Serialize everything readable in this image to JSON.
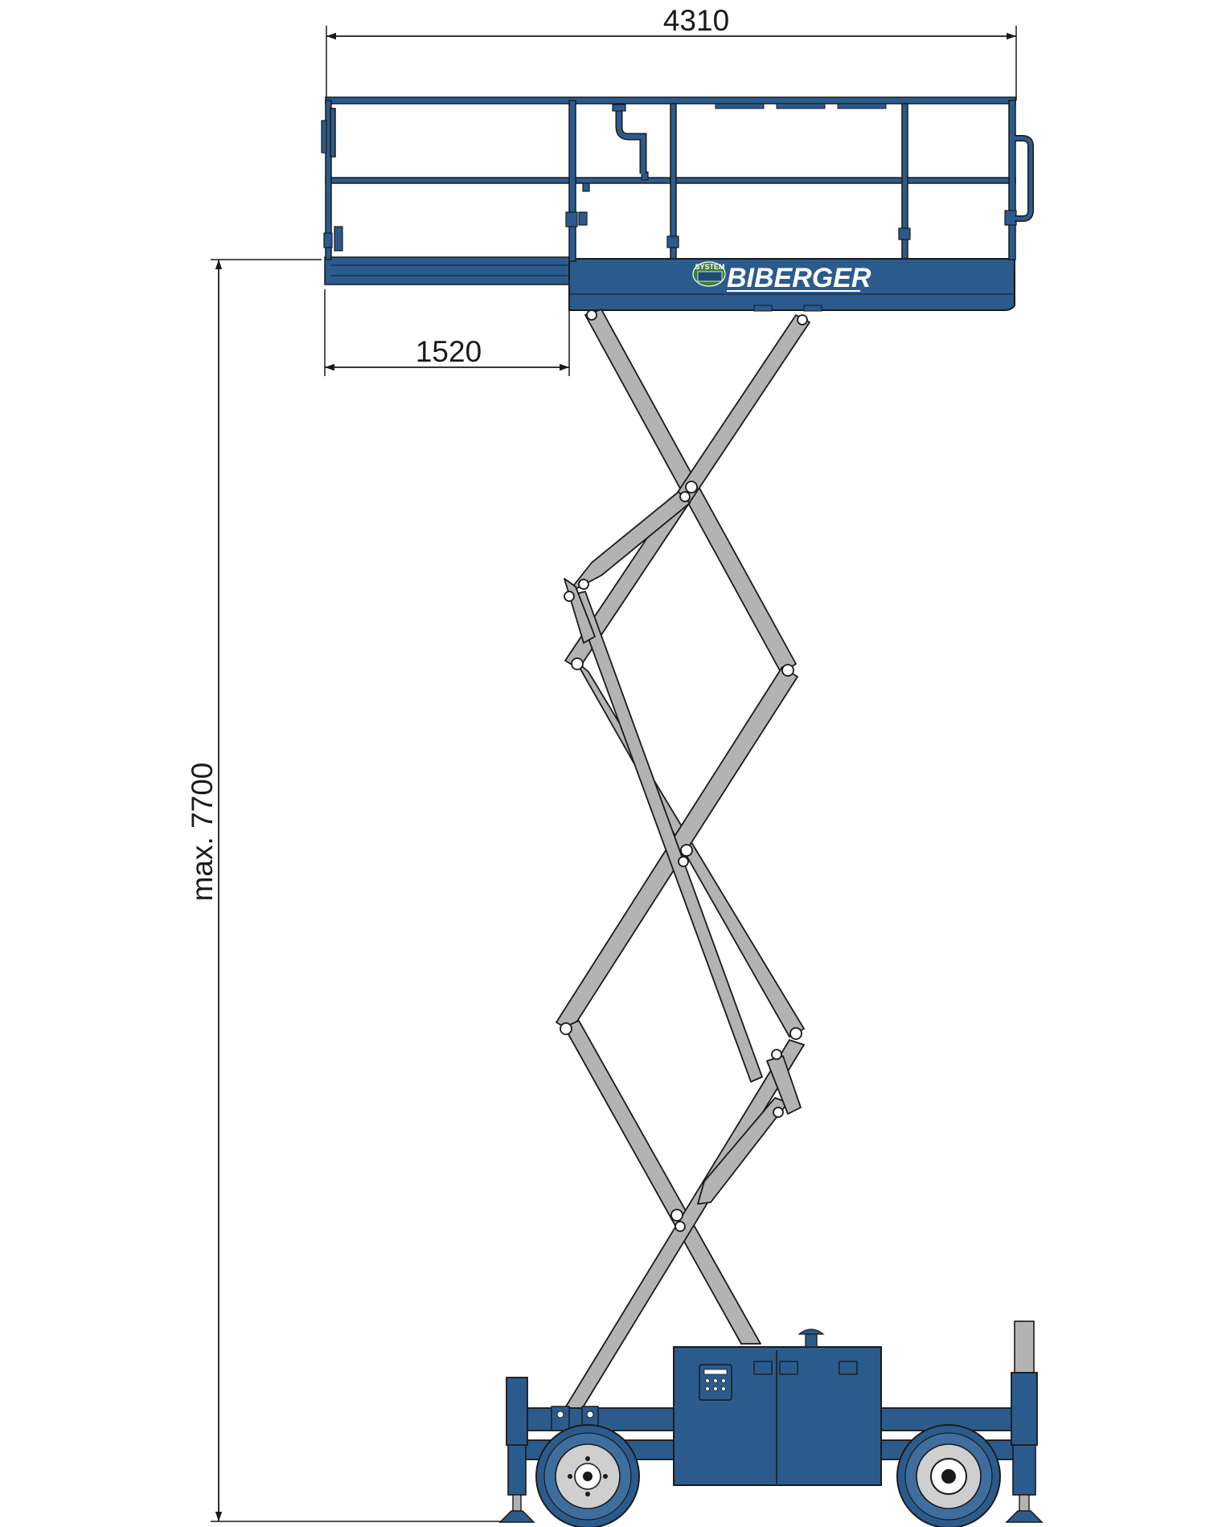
{
  "dimensions": {
    "platform_length": "4310",
    "extension_length": "1520",
    "max_height": "max. 7700"
  },
  "brand": {
    "name": "BIBERGER",
    "badge_text": "SYSTEM"
  },
  "colors": {
    "frame_blue": "#2b5b8c",
    "arm_grey": "#b3b3b3",
    "outline": "#1a1a1a"
  }
}
